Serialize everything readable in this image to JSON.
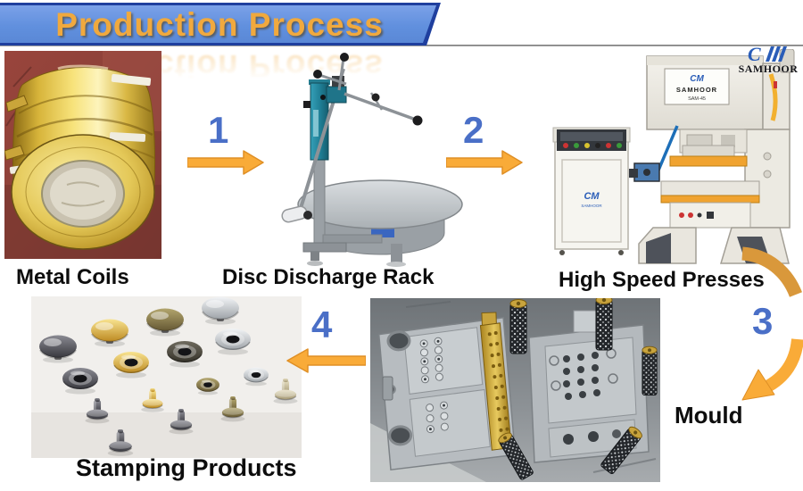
{
  "title": {
    "text": "Production Process"
  },
  "brand": {
    "name": "SAMHOOR",
    "logo_mark": "CM",
    "model": "SAM-45"
  },
  "stations": [
    {
      "label": "Metal Coils"
    },
    {
      "label": "Disc Discharge Rack"
    },
    {
      "label": "High Speed Presses"
    },
    {
      "label": "Mould"
    },
    {
      "label": "Stamping Products"
    }
  ],
  "arrows": [
    {
      "num": "1",
      "direction": "right",
      "from": "Metal Coils",
      "to": "Disc Discharge Rack"
    },
    {
      "num": "2",
      "direction": "right",
      "from": "Disc Discharge Rack",
      "to": "High Speed Presses"
    },
    {
      "num": "3",
      "direction": "curved-down-left",
      "from": "High Speed Presses",
      "to": "Mould"
    },
    {
      "num": "4",
      "direction": "left",
      "from": "Mould",
      "to": "Stamping Products"
    }
  ],
  "colors": {
    "banner_fill": "#6190de",
    "banner_border": "#1f3f9e",
    "title_orange": "#f0a93e",
    "number_blue": "#4a6fc7",
    "arrow_orange": "#f9ab38",
    "arrow_outline": "#df8f25",
    "label_black": "#0d0d0d",
    "logo_blue": "#2a5db8"
  }
}
